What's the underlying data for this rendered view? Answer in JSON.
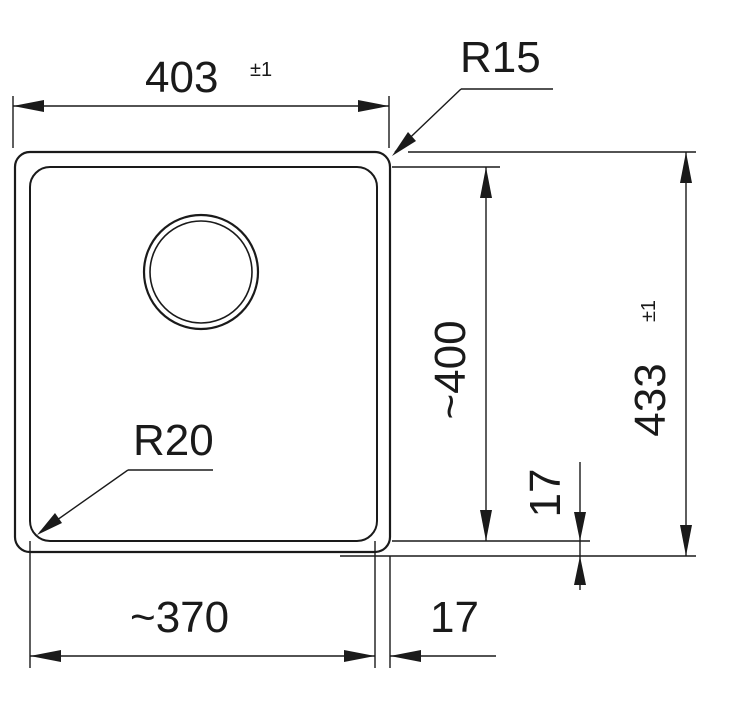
{
  "drawing": {
    "width_label": "403",
    "width_tolerance": "±1",
    "corner_radius_outer": "R15",
    "corner_radius_inner": "R20",
    "inner_height_label": "~400",
    "total_height_label": "433",
    "total_height_tolerance": "±1",
    "bowl_width_label": "~370",
    "rim_width_label": "17",
    "rim_height_label": "17"
  },
  "colors": {
    "ink": "#1a1a1a",
    "background": "#ffffff"
  }
}
